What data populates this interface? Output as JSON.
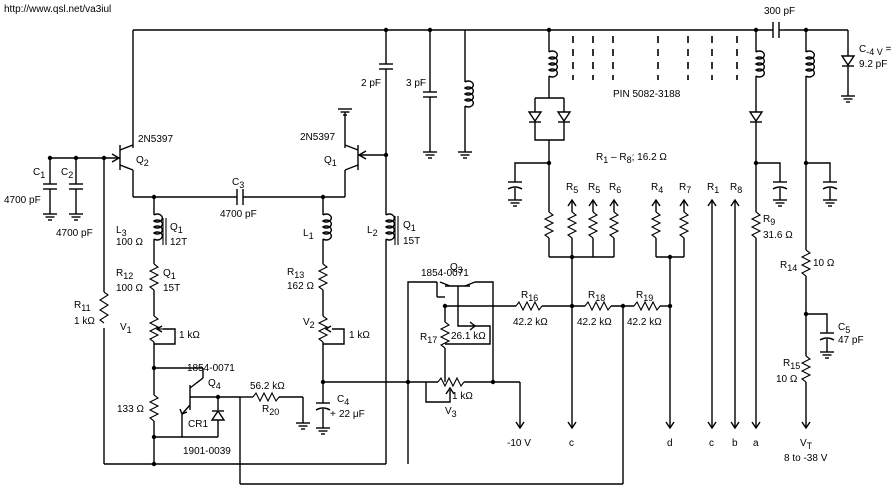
{
  "url": "http://www.qsl.net/va3iul",
  "labels": {
    "q2_type": "2N5397",
    "q2": "Q",
    "q2_sub": "2",
    "q1_type": "2N5397",
    "q1": "Q",
    "q1_sub": "1",
    "c1": "C",
    "c1_sub": "1",
    "c2": "C",
    "c2_sub": "2",
    "c1c2_val_top": "4700 pF",
    "c1c2_val_bot": "4700 pF",
    "c3": "C",
    "c3_sub": "3",
    "c3_val": "4700 pF",
    "l3": "L",
    "l3_sub": "3",
    "l3_val": "100 Ω",
    "l3_q": "Q",
    "l3_q_sub": "1",
    "l3_turns": "12T",
    "r12": "R",
    "r12_sub": "12",
    "r12_val": "100 Ω",
    "r12_q": "Q",
    "r12_q_sub": "1",
    "r12_turns": "15T",
    "r11": "R",
    "r11_sub": "11",
    "r11_val": "1 kΩ",
    "v1": "V",
    "v1_sub": "1",
    "v1_val": "1 kΩ",
    "q4_part": "1854-0071",
    "q4": "Q",
    "q4_sub": "4",
    "r133": "133 Ω",
    "cr1": "CR1",
    "cr1_part": "1901-0039",
    "r20_val": "56.2 kΩ",
    "r20": "R",
    "r20_sub": "20",
    "l1": "L",
    "l1_sub": "1",
    "r13": "R",
    "r13_sub": "13",
    "r13_val": "162 Ω",
    "v2": "V",
    "v2_sub": "2",
    "v2_val": "1 kΩ",
    "c4": "C",
    "c4_sub": "4",
    "c4_val": "22 μF",
    "c4_plus": "+",
    "l2": "L",
    "l2_sub": "2",
    "l2_q": "Q",
    "l2_q_sub": "1",
    "l2_turns": "15T",
    "c2pf": "2 pF",
    "c3pf": "3 pF",
    "q3": "Q",
    "q3_sub": "3",
    "q3_part": "1854-0071",
    "r17": "R",
    "r17_sub": "17",
    "r17_val": "26.1 kΩ",
    "v3": "V",
    "v3_sub": "3",
    "v3_val": "1 kΩ",
    "r16": "R",
    "r16_sub": "16",
    "r16_val": "42.2 kΩ",
    "r18": "R",
    "r18_sub": "18",
    "r18_val": "42.2 kΩ",
    "r19": "R",
    "r19_sub": "19",
    "r19_val": "42.2 kΩ",
    "pin": "PIN 5082-3188",
    "r1r8": "R",
    "r1r8_a": "1",
    "r1r8_dash": " – R",
    "r1r8_b": "8",
    "r1r8_val": "; 16.2 Ω",
    "r5a": "R",
    "r5a_sub": "5",
    "r5b": "R",
    "r5b_sub": "5",
    "r6": "R",
    "r6_sub": "6",
    "r4": "R",
    "r4_sub": "4",
    "r7": "R",
    "r7_sub": "7",
    "r1": "R",
    "r1_sub": "1",
    "r8": "R",
    "r8_sub": "8",
    "r9": "R",
    "r9_sub": "9",
    "r9_val": "31.6 Ω",
    "c300": "300 pF",
    "c4v": "C",
    "c4v_sub": "-4 V",
    "c4v_eq": " =",
    "c4v_val": "9.2 pF",
    "r14": "R",
    "r14_sub": "14",
    "r14_val": "10 Ω",
    "c5": "C",
    "c5_sub": "5",
    "c5_val": "47 pF",
    "r15": "R",
    "r15_sub": "15",
    "r15_val": "10 Ω",
    "neg10": "-10 V",
    "term_c1": "c",
    "term_d": "d",
    "term_c2": "c",
    "term_b": "b",
    "term_a": "a",
    "vt": "V",
    "vt_sub": "T",
    "vt_range": "8 to -38 V"
  }
}
